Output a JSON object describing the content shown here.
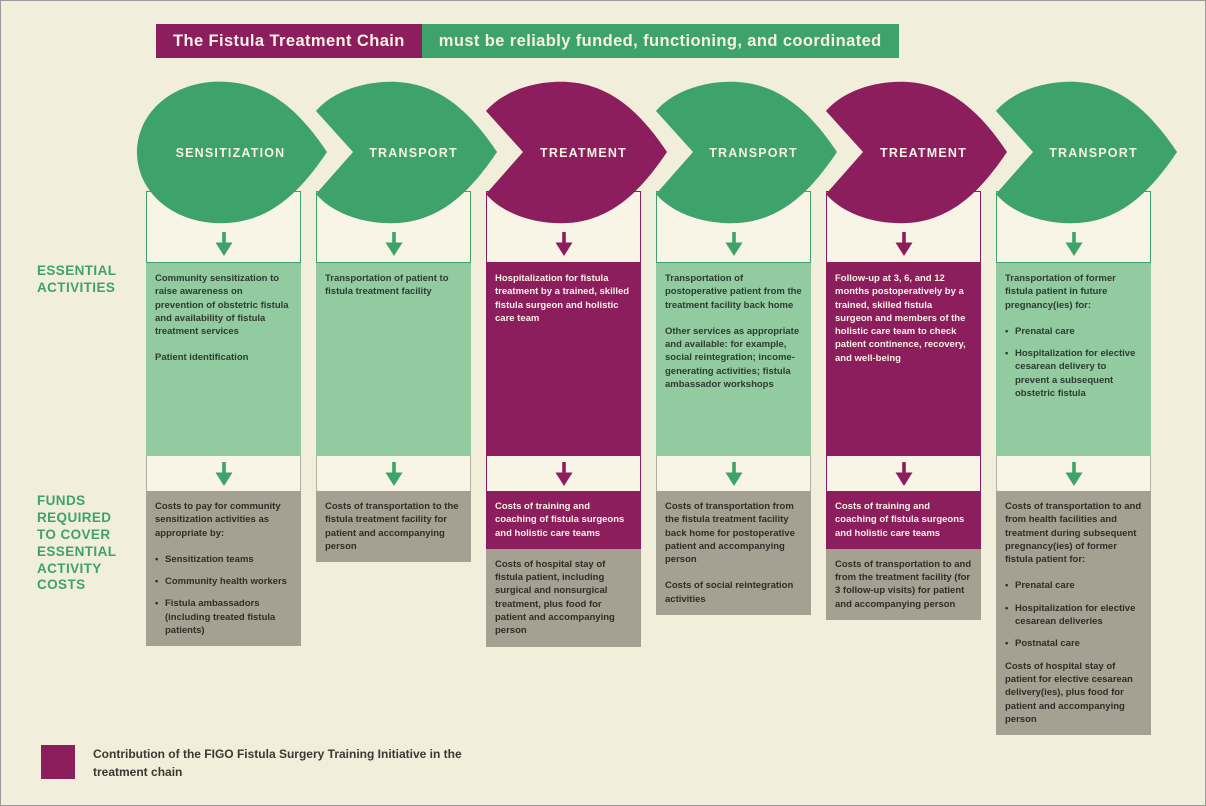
{
  "title": {
    "highlight": "The Fistula Treatment Chain",
    "rest": "must be reliably funded, functioning, and coordinated"
  },
  "row_labels": {
    "activities": "ESSENTIAL\nACTIVITIES",
    "funds": "FUNDS\nREQUIRED\nTO COVER\nESSENTIAL\nACTIVITY\nCOSTS"
  },
  "legend": {
    "swatch_color": "#8C1E5E",
    "text": "Contribution of the FIGO Fistula Surgery Training Initiative in the treatment chain"
  },
  "colors": {
    "background": "#F2EEDC",
    "green": "#3EA26B",
    "light_green": "#92CBA0",
    "magenta": "#8C1E5E",
    "gray": "#A5A091",
    "strip": "#F8F5E7",
    "text_dark": "#2F2E26",
    "text_light": "#F6F1E2"
  },
  "columns": [
    {
      "stage": "SENSITIZATION",
      "theme": "green",
      "activities": [
        {
          "text": "Community sensitization to raise awareness on prevention of obstetric fistula and availability of fistula treatment services"
        },
        {
          "text": "Patient identification"
        }
      ],
      "funds": [
        {
          "bg": "gray",
          "items": [
            {
              "text": "Costs to pay for community sensitization activities as appropriate by:"
            },
            {
              "text": "Sensitization teams",
              "bullet": true
            },
            {
              "text": "Community health workers",
              "bullet": true
            },
            {
              "text": "Fistula ambassadors (including treated fistula patients)",
              "bullet": true
            }
          ]
        }
      ]
    },
    {
      "stage": "TRANSPORT",
      "theme": "green",
      "activities": [
        {
          "text": "Transportation of patient to fistula treatment facility"
        }
      ],
      "funds": [
        {
          "bg": "gray",
          "items": [
            {
              "text": "Costs of transportation to the fistula treatment facility for patient and accompanying person"
            }
          ]
        }
      ]
    },
    {
      "stage": "TREATMENT",
      "theme": "magenta",
      "activities": [
        {
          "text": "Hospitalization for fistula treatment by a trained, skilled fistula surgeon and holistic care team"
        }
      ],
      "funds": [
        {
          "bg": "magenta",
          "items": [
            {
              "text": "Costs of training and coaching of fistula surgeons and holistic care teams"
            }
          ]
        },
        {
          "bg": "gray",
          "items": [
            {
              "text": "Costs of hospital stay of fistula patient, including surgical and nonsurgical treatment, plus food for patient and accompanying person"
            }
          ]
        }
      ]
    },
    {
      "stage": "TRANSPORT",
      "theme": "green",
      "activities": [
        {
          "text": "Transportation of postoperative patient from the treatment facility back home"
        },
        {
          "text": "Other services as appropriate and available: for example, social reintegration; income-generating activities; fistula ambassador workshops"
        }
      ],
      "funds": [
        {
          "bg": "gray",
          "items": [
            {
              "text": "Costs of transportation from the fistula treatment facility back home for postoperative patient and accompanying person"
            },
            {
              "text": "Costs of social reintegration activities"
            }
          ]
        }
      ]
    },
    {
      "stage": "TREATMENT",
      "theme": "magenta",
      "activities": [
        {
          "text": "Follow-up at 3, 6, and 12 months postoperatively by a trained, skilled fistula surgeon and members of the holistic care team to check patient continence, recovery, and well-being"
        }
      ],
      "funds": [
        {
          "bg": "magenta",
          "items": [
            {
              "text": "Costs of training and coaching of fistula surgeons and holistic care teams"
            }
          ]
        },
        {
          "bg": "gray",
          "items": [
            {
              "text": "Costs of transportation to and from the treatment facility (for 3 follow-up visits) for patient and accompanying person"
            }
          ]
        }
      ]
    },
    {
      "stage": "TRANSPORT",
      "theme": "green",
      "activities": [
        {
          "text": "Transportation of former fistula patient in future pregnancy(ies) for:"
        },
        {
          "text": "Prenatal care",
          "bullet": true
        },
        {
          "text": "Hospitalization for elective cesarean delivery to prevent a subsequent obstetric fistula",
          "bullet": true
        }
      ],
      "funds": [
        {
          "bg": "gray",
          "items": [
            {
              "text": "Costs of transportation to and from health facilities and treatment during subsequent pregnancy(ies) of former fistula patient for:"
            },
            {
              "text": "Prenatal care",
              "bullet": true
            },
            {
              "text": "Hospitalization for elective cesarean deliveries",
              "bullet": true
            },
            {
              "text": "Postnatal care",
              "bullet": true
            },
            {
              "text": "Costs of hospital stay of patient for elective cesarean delivery(ies), plus food for patient and accompanying person"
            }
          ]
        }
      ]
    }
  ]
}
